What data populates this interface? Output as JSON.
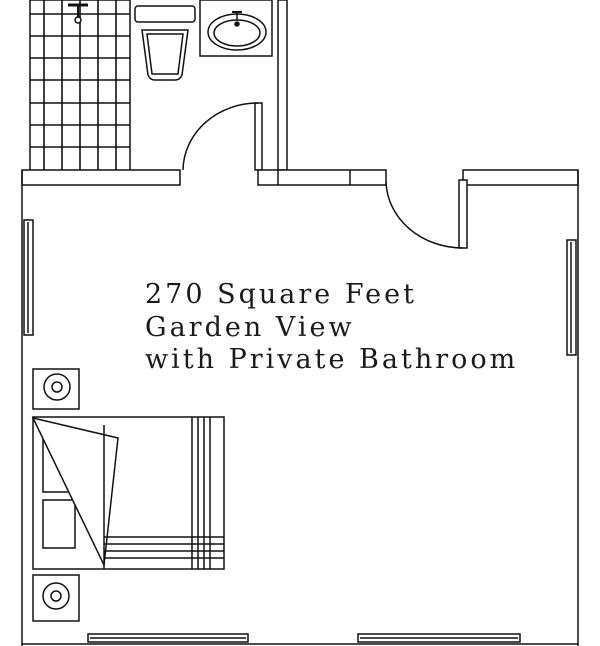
{
  "floor_plan": {
    "caption": {
      "line1": "270 Square Feet",
      "line2": "Garden View",
      "line3": "with Private Bathroom"
    },
    "colors": {
      "ink": "#111111",
      "wall_fill": "#ffffff",
      "background": "#ffffff"
    }
  }
}
